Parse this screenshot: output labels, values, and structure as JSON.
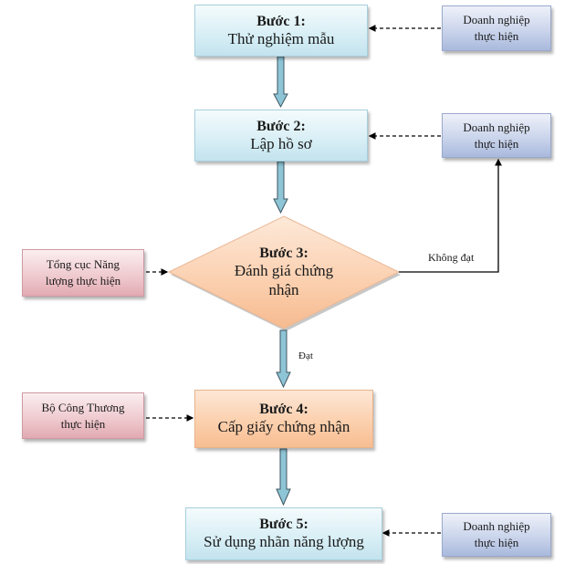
{
  "colors": {
    "step_blue": "#d7eef5",
    "step_orange": "#fbceaa",
    "actor_blue": "#c7d2ea",
    "actor_pink": "#eec8cd",
    "flow_arrow": "#8ec5d6",
    "line": "#000000"
  },
  "steps": [
    {
      "title": "Bước 1:",
      "text": "Thử nghiệm mẫu"
    },
    {
      "title": "Bước 2:",
      "text": "Lập hồ sơ"
    },
    {
      "title": "Bước 3:",
      "text_line1": "Đánh giá chứng",
      "text_line2": "nhận"
    },
    {
      "title": "Bước 4:",
      "text": "Cấp giấy chứng nhận"
    },
    {
      "title": "Bước 5:",
      "text": "Sử dụng nhãn năng lượng"
    }
  ],
  "actors": {
    "enterprise_1": {
      "line1": "Doanh nghiệp",
      "line2": "thực hiện"
    },
    "enterprise_2": {
      "line1": "Doanh nghiệp",
      "line2": "thực hiện"
    },
    "energy_directorate": {
      "line1": "Tổng cục Năng",
      "line2": "lượng thực hiện"
    },
    "ministry": {
      "line1": "Bộ Công Thương",
      "line2": "thực hiện"
    },
    "enterprise_5": {
      "line1": "Doanh nghiệp",
      "line2": "thực hiện"
    }
  },
  "labels": {
    "fail": "Không đạt",
    "pass": "Đạt"
  }
}
